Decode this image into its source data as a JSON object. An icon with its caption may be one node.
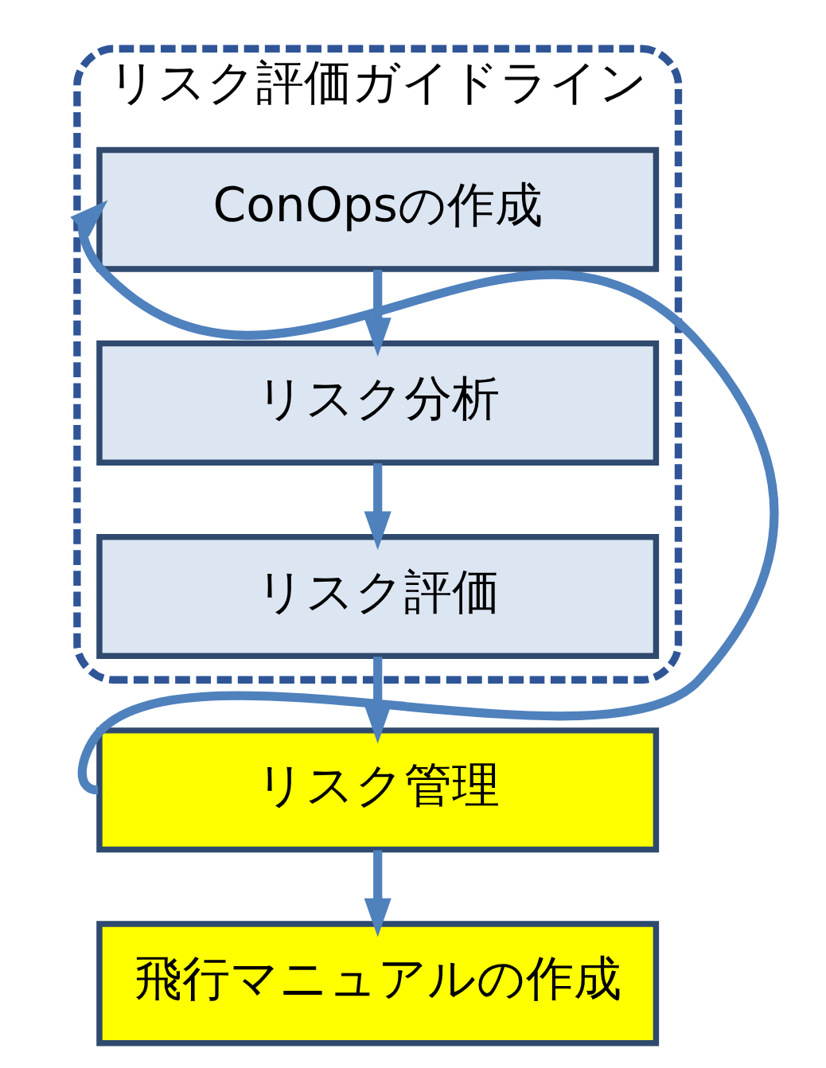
{
  "diagram": {
    "nodes": [
      {
        "text": [
          "リスク評価ガイドライン"
        ]
      },
      {
        "text": [
          "ConOpsの作成"
        ],
        "in": 0
      },
      {
        "text": [
          "リスク分析"
        ],
        "in": 0
      },
      {
        "text": [
          "リスク評価"
        ],
        "in": 0
      },
      {
        "text": [
          "リスク管理"
        ]
      },
      {
        "text": [
          "飛行マニュアルの作成"
        ]
      }
    ],
    "edges": [
      {
        "from": 1,
        "to": 2,
        "arrow": "to"
      },
      {
        "from": 2,
        "to": 3,
        "arrow": "to"
      },
      {
        "from": 3,
        "to": 4,
        "arrow": "to"
      },
      {
        "from": 4,
        "to": 5,
        "arrow": "to"
      },
      {
        "from": 4,
        "to": 1,
        "arrow": "to"
      }
    ]
  }
}
